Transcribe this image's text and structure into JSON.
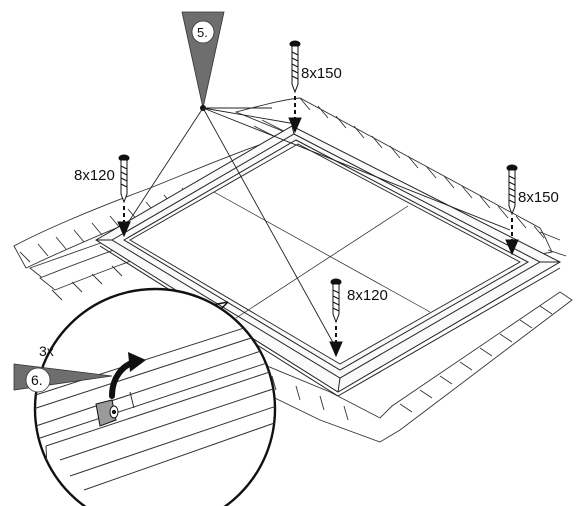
{
  "steps": {
    "step5": "5.",
    "step6": "6."
  },
  "screws": {
    "top": "8x150",
    "left": "8x120",
    "right": "8x150",
    "front": "8x120"
  },
  "detail": {
    "quantity": "3x"
  }
}
